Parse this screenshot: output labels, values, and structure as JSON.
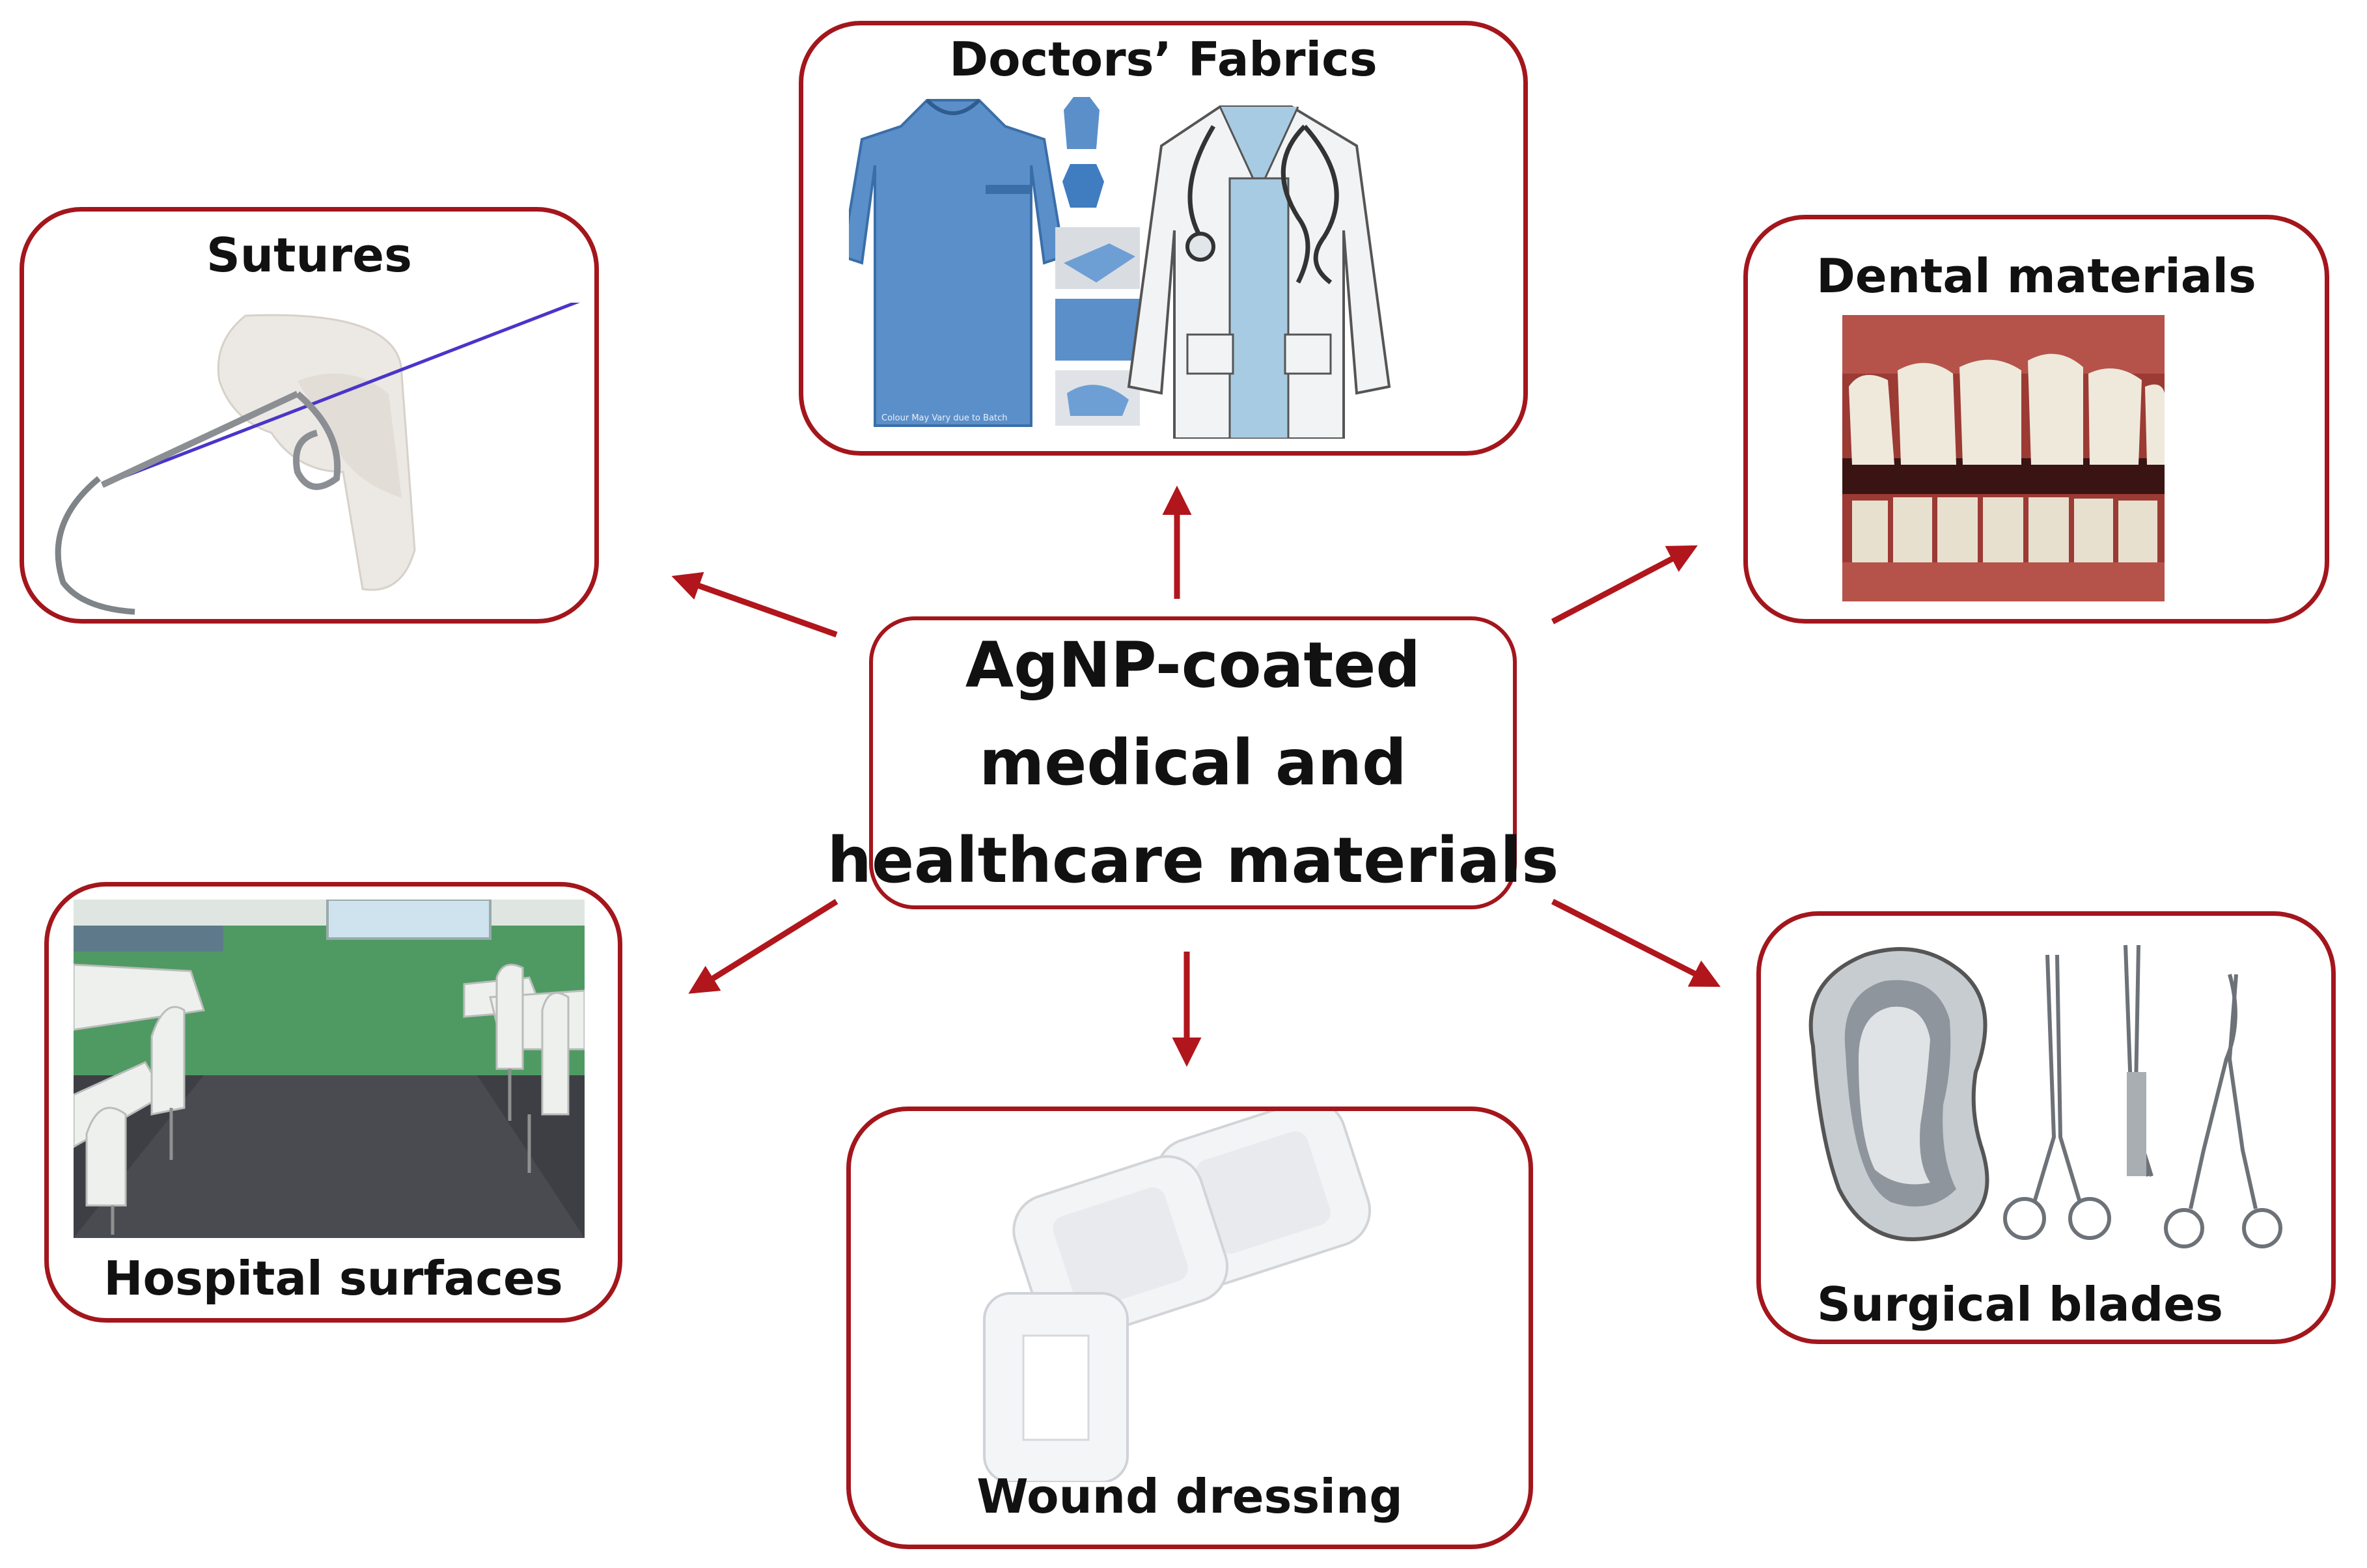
{
  "diagram": {
    "center": {
      "lines": [
        "AgNP-coated",
        "medical and",
        "healthcare materials"
      ]
    },
    "nodes": {
      "fabrics": {
        "label": "Doctors’ Fabrics"
      },
      "sutures": {
        "label": "Sutures"
      },
      "dental": {
        "label": "Dental materials"
      },
      "hospital": {
        "label": "Hospital surfaces"
      },
      "wound": {
        "label": "Wound dressing"
      },
      "surgical": {
        "label": "Surgical blades"
      }
    },
    "colors": {
      "border": "#a3161c",
      "arrow": "#b0161c",
      "gown": "#5b8fc9",
      "teeth": "#efe9dc",
      "gum": "#9c3a34",
      "wall": "#4f9a63",
      "floor": "#3e3f44"
    }
  }
}
